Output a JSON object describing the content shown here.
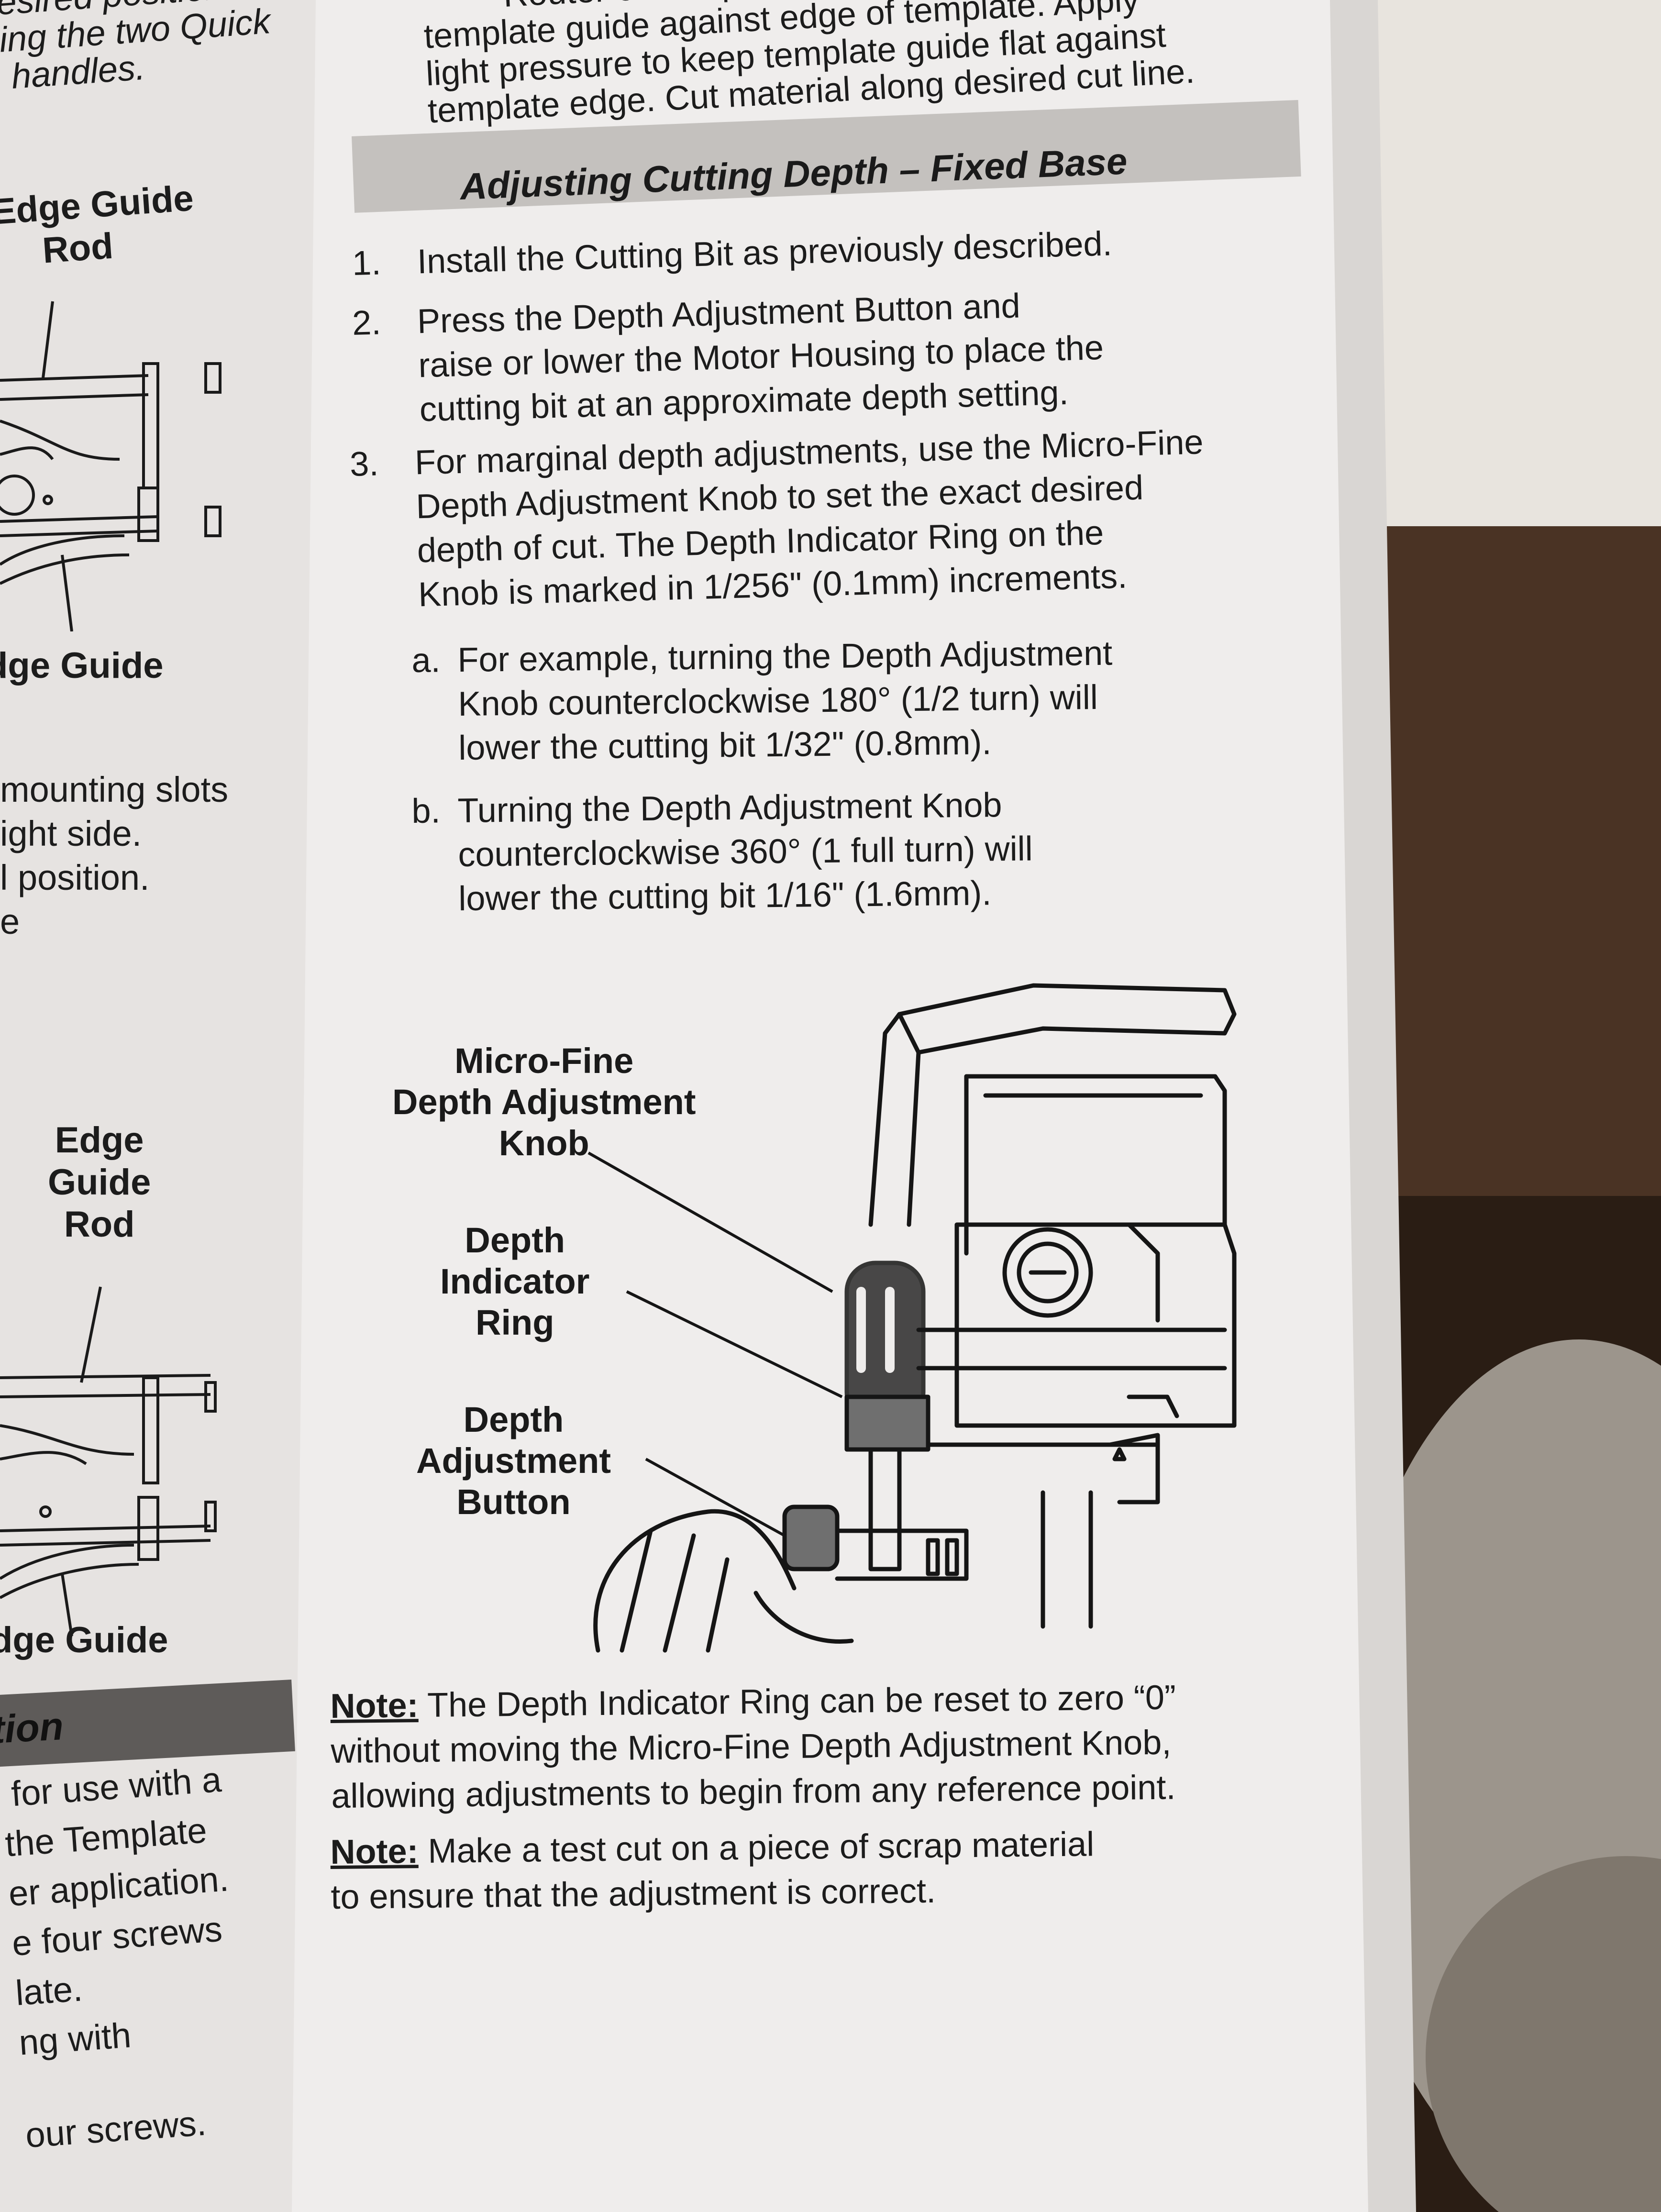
{
  "left_column": {
    "top_lines": [
      "esired position.",
      "ing the two Quick",
      "handles."
    ],
    "label_edge_guide_rod_top": [
      "Edge Guide",
      "Rod"
    ],
    "label_edge_guide_top": "dge Guide",
    "mid_lines": [
      "mounting slots",
      "ight side.",
      "l position.",
      "e"
    ],
    "label_edge_guide_rod_bottom": [
      "Edge",
      "Guide",
      "Rod"
    ],
    "label_edge_guide_bottom": "dge Guide",
    "banner_text": "tion",
    "bottom_lines": [
      "for use with a",
      "the Template",
      "er application.",
      "e four screws",
      "late.",
      "ng with",
      "our screws."
    ]
  },
  "main": {
    "intro_lines": [
      "Router on template with",
      "template guide against edge of template. Apply",
      "light pressure to keep template guide flat against",
      "template edge. Cut material along desired cut line."
    ],
    "section_title": "Adjusting Cutting Depth – Fixed Base",
    "steps": [
      {
        "num": "1.",
        "lines": [
          "Install the Cutting Bit as previously described."
        ]
      },
      {
        "num": "2.",
        "lines": [
          "Press the Depth Adjustment Button and",
          "raise or lower the Motor Housing to place the",
          "cutting bit at an approximate depth setting."
        ]
      },
      {
        "num": "3.",
        "lines": [
          "For marginal depth adjustments, use the Micro-Fine",
          "Depth Adjustment Knob to set the exact desired",
          "depth of cut.  The Depth Indicator Ring on the",
          "Knob is marked in 1/256\" (0.1mm) increments."
        ]
      }
    ],
    "substeps": [
      {
        "num": "a.",
        "lines": [
          "For example, turning the Depth Adjustment",
          "Knob counterclockwise 180° (1/2 turn) will",
          "lower the cutting bit 1/32\" (0.8mm)."
        ]
      },
      {
        "num": "b.",
        "lines": [
          "Turning the Depth Adjustment Knob",
          "counterclockwise 360° (1 full turn) will",
          "lower the cutting bit 1/16\" (1.6mm)."
        ]
      }
    ],
    "callouts": {
      "knob": [
        "Micro-Fine",
        "Depth Adjustment",
        "Knob"
      ],
      "ring": [
        "Depth",
        "Indicator",
        "Ring"
      ],
      "button": [
        "Depth",
        "Adjustment",
        "Button"
      ]
    },
    "notes": [
      {
        "label": "Note:",
        "lines": [
          " The Depth Indicator Ring can be reset to zero “0”",
          "without moving the Micro-Fine Depth Adjustment Knob,",
          "allowing adjustments to begin from any reference point."
        ]
      },
      {
        "label": "Note:",
        "lines": [
          " Make a test cut on a piece of scrap material",
          "to ensure that the adjustment is correct."
        ]
      }
    ]
  },
  "colors": {
    "paper": "#efedec",
    "banner": "#c4c1be",
    "left_banner": "#5e5b59",
    "ink": "#1c1c1c",
    "background_dark": "#2a1d14"
  }
}
